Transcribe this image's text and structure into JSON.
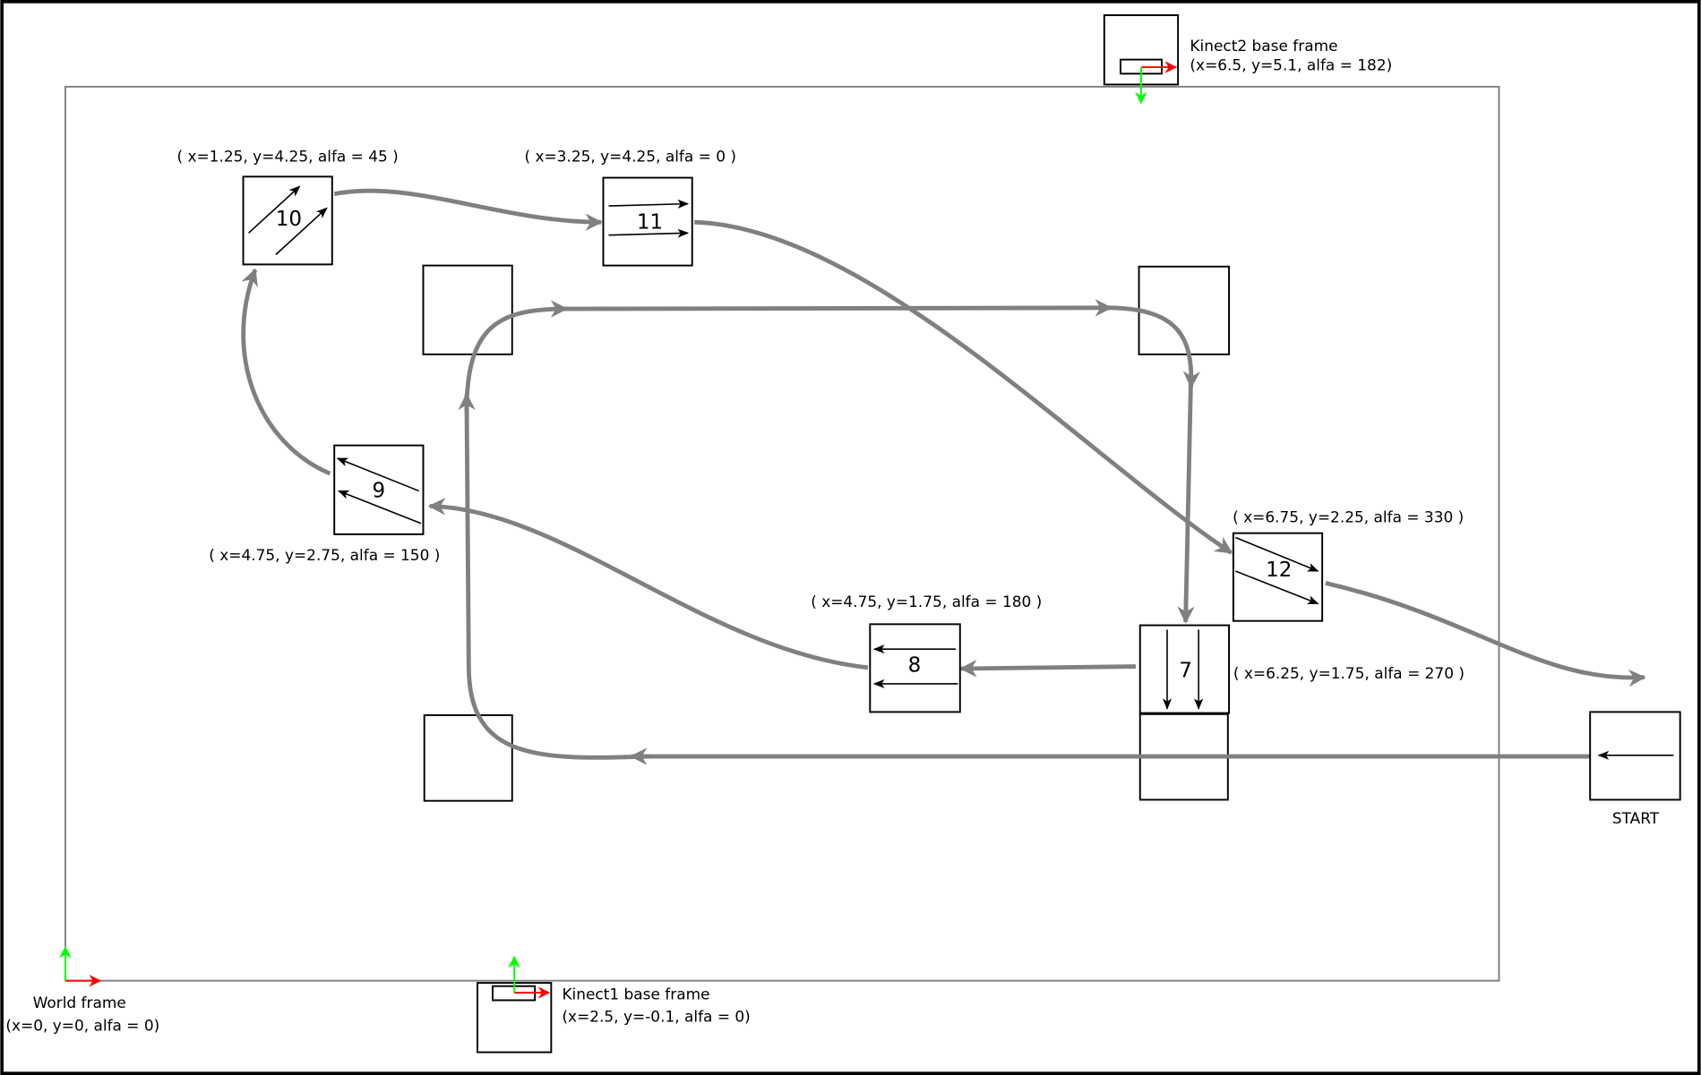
{
  "colors": {
    "path": "#808080",
    "x_axis": "#ff0000",
    "y_axis": "#00ff00",
    "frame": "#000000",
    "workspace_border": "#808080"
  },
  "world_frame": {
    "title": "World frame",
    "pose": "(x=0, y=0, alfa = 0)"
  },
  "kinect1": {
    "title": "Kinect1 base frame",
    "pose": "(x=2.5, y=-0.1, alfa = 0)"
  },
  "kinect2": {
    "title": "Kinect2 base frame",
    "pose": "(x=6.5, y=5.1, alfa = 182)"
  },
  "waypoints": [
    {
      "id": "7",
      "pose": "( x=6.25, y=1.75, alfa = 270 )"
    },
    {
      "id": "8",
      "pose": "( x=4.75, y=1.75, alfa = 180 )"
    },
    {
      "id": "9",
      "pose": "( x=4.75, y=2.75, alfa = 150 )"
    },
    {
      "id": "10",
      "pose": "( x=1.25, y=4.25, alfa = 45 )"
    },
    {
      "id": "11",
      "pose": "( x=3.25, y=4.25, alfa = 0 )"
    },
    {
      "id": "12",
      "pose": "( x=6.75, y=2.25, alfa = 330 )"
    }
  ],
  "start": {
    "label": "START"
  }
}
